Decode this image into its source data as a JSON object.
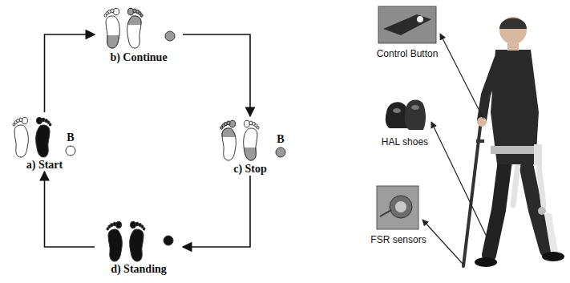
{
  "diagram": {
    "nodes": [
      {
        "text": [
          "a) Start"
        ]
      },
      {
        "text": [
          "b) Continue"
        ]
      },
      {
        "text": [
          "c) Stop"
        ]
      },
      {
        "text": [
          "d) Standing"
        ]
      }
    ],
    "edges": [
      {
        "from": 0,
        "to": 1,
        "arrow": "to"
      },
      {
        "from": 1,
        "to": 2,
        "arrow": "to"
      },
      {
        "from": 2,
        "to": 3,
        "arrow": "to"
      },
      {
        "from": 3,
        "to": 0,
        "arrow": "to"
      }
    ],
    "labels": [
      "B",
      "B",
      "Control Button",
      "HAL shoes",
      "FSR sensors"
    ]
  }
}
